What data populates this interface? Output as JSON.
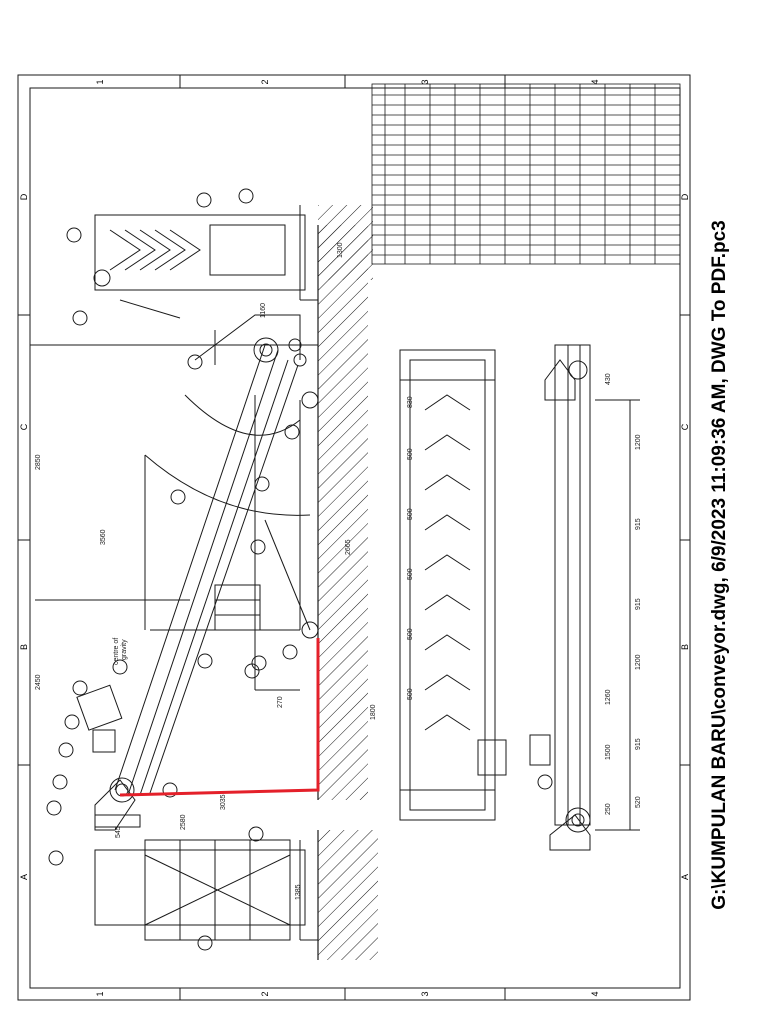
{
  "document": {
    "plot_path": "G:\\KUMPULAN BARU\\conveyor.dwg, 6/9/2023 11:09:36 AM, DWG To PDF.pc3",
    "zone_numbers": [
      "1",
      "2",
      "3",
      "4"
    ],
    "zone_letters": [
      "D",
      "C",
      "B",
      "A"
    ],
    "dimensions": [
      "2450",
      "2580",
      "2665",
      "3560",
      "3035",
      "2850",
      "1800",
      "545",
      "1385",
      "1160",
      "1300",
      "1260",
      "500",
      "1200",
      "915",
      "520",
      "250",
      "430",
      "1500",
      "270",
      "830"
    ],
    "labels": {
      "centre_of_gravity_1": "centre of",
      "centre_of_gravity_2": "gravity"
    }
  },
  "colors": {
    "line": "#1a1a1a",
    "highlight": "#e4202a",
    "paper": "#ffffff"
  }
}
